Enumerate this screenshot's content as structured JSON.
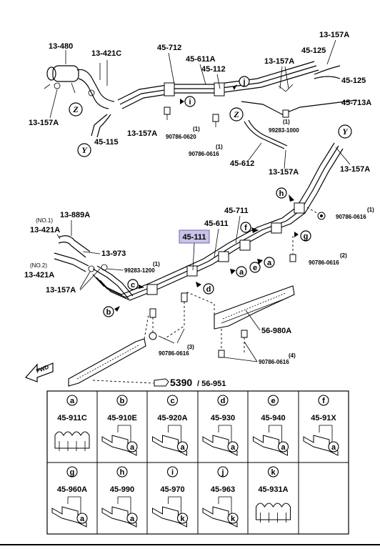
{
  "callouts": {
    "p13_480": "13-480",
    "p13_421C": "13-421C",
    "p13_157A_1": "13-157A",
    "p45_115": "45-115",
    "p13_157A_2": "13-157A",
    "p45_712": "45-712",
    "p45_611A": "45-611A",
    "p45_112": "45-112",
    "p90786_0620": "90786-0620",
    "p90786_0616_a": "90786-0616",
    "p13_157A_3": "13-157A",
    "p13_157A_4": "13-157A",
    "p45_125_a": "45-125",
    "p45_125_b": "45-125",
    "p45_713A": "45-713A",
    "p99283_1000": "99283-1000",
    "p45_612": "45-612",
    "p13_157A_5": "13-157A",
    "p13_157A_6": "13-157A",
    "p90786_0616_b": "90786-0616",
    "p45_711": "45-711",
    "p45_611": "45-611",
    "p45_111": "45-111",
    "p90786_0616_c": "90786-0616",
    "p13_889A": "13-889A",
    "p13_421A_1": "13-421A",
    "p13_421A_2": "13-421A",
    "p13_973": "13-973",
    "p99283_1200": "99283-1200",
    "p13_157A_7": "13-157A",
    "p56_980A": "56-980A",
    "p90786_0616_d": "90786-0616",
    "p90786_0616_e": "90786-0616",
    "no1": "(NO.1)",
    "no2": "(NO.2)",
    "fig_main": "5390",
    "fig_sub": "/ 56-951",
    "fwd": "FWD"
  },
  "qty": {
    "q1": "(1)",
    "q2": "(2)",
    "q3": "(3)",
    "q4": "(4)"
  },
  "ref_letters": {
    "Z": "Z",
    "Y": "Y",
    "i": "i",
    "j": "j",
    "h": "h",
    "f": "f",
    "g": "g",
    "a": "a",
    "b": "b",
    "c": "c",
    "d": "d",
    "e": "e",
    "k": "k"
  },
  "legend": [
    {
      "letter": "a",
      "part": "45-911C"
    },
    {
      "letter": "b",
      "part": "45-910E"
    },
    {
      "letter": "c",
      "part": "45-920A"
    },
    {
      "letter": "d",
      "part": "45-930"
    },
    {
      "letter": "e",
      "part": "45-940"
    },
    {
      "letter": "f",
      "part": "45-91X"
    },
    {
      "letter": "g",
      "part": "45-960A"
    },
    {
      "letter": "h",
      "part": "45-990"
    },
    {
      "letter": "i",
      "part": "45-970"
    },
    {
      "letter": "j",
      "part": "45-963"
    },
    {
      "letter": "k",
      "part": "45-931A"
    }
  ],
  "colors": {
    "highlight": "#c9c4e6",
    "ink": "#000000"
  }
}
